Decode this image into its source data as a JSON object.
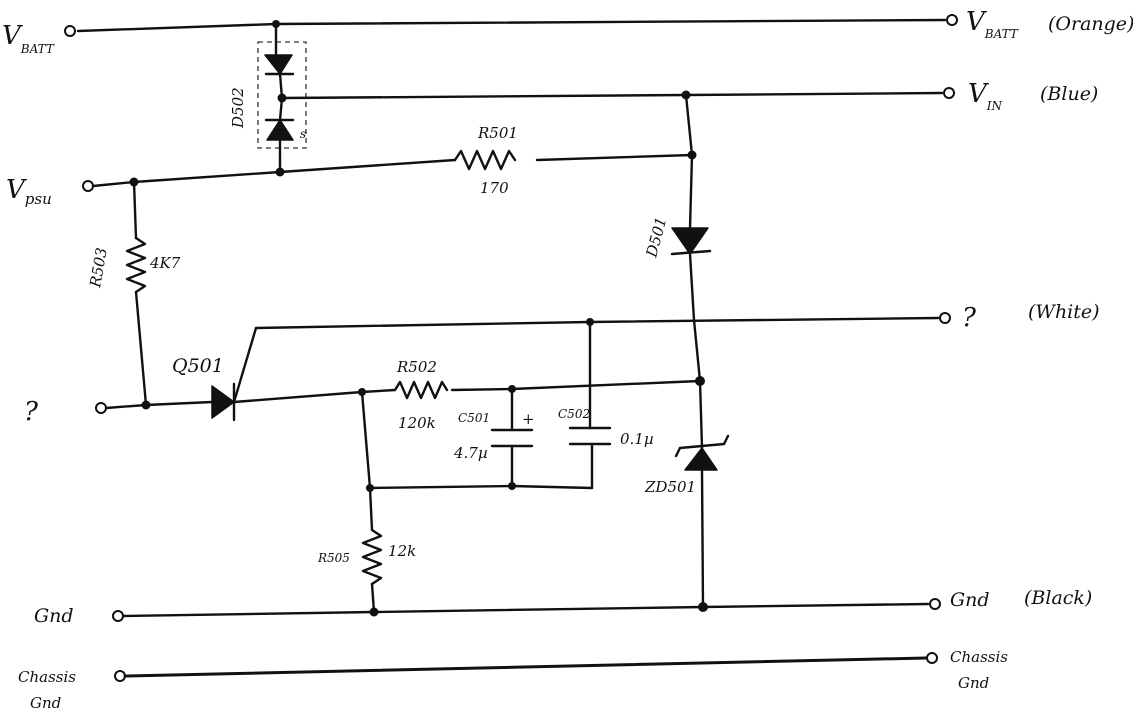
{
  "rails": {
    "vbatt_left": "V",
    "vbatt_left_sub": "BATT",
    "vbatt_right": "V",
    "vbatt_right_sub": "BATT",
    "vbatt_color": "(Orange)",
    "vin": "V",
    "vin_sub": "IN",
    "vin_color": "(Blue)",
    "vpsu": "V",
    "vpsu_sub": "psu",
    "white_label": "?",
    "white_color": "(White)",
    "input_label": "?",
    "gnd_left": "Gnd",
    "gnd_right": "Gnd",
    "gnd_color": "(Black)",
    "chassis_left_1": "Chassis",
    "chassis_left_2": "Gnd",
    "chassis_right_1": "Chassis",
    "chassis_right_2": "Gnd"
  },
  "components": {
    "d502": "D502",
    "r501_name": "R501",
    "r501_value": "170",
    "d501": "D501",
    "r503_name": "R503",
    "r503_value": "4K7",
    "q501": "Q501",
    "r502_name": "R502",
    "r502_value": "120k",
    "c501_name": "C501",
    "c501_plus": "+",
    "c501_value": "4.7µ",
    "c502_name": "C502",
    "c502_value": "0.1µ",
    "zd501": "ZD501",
    "r505_name": "R505",
    "r505_value": "12k",
    "dashed_mark": "s"
  }
}
